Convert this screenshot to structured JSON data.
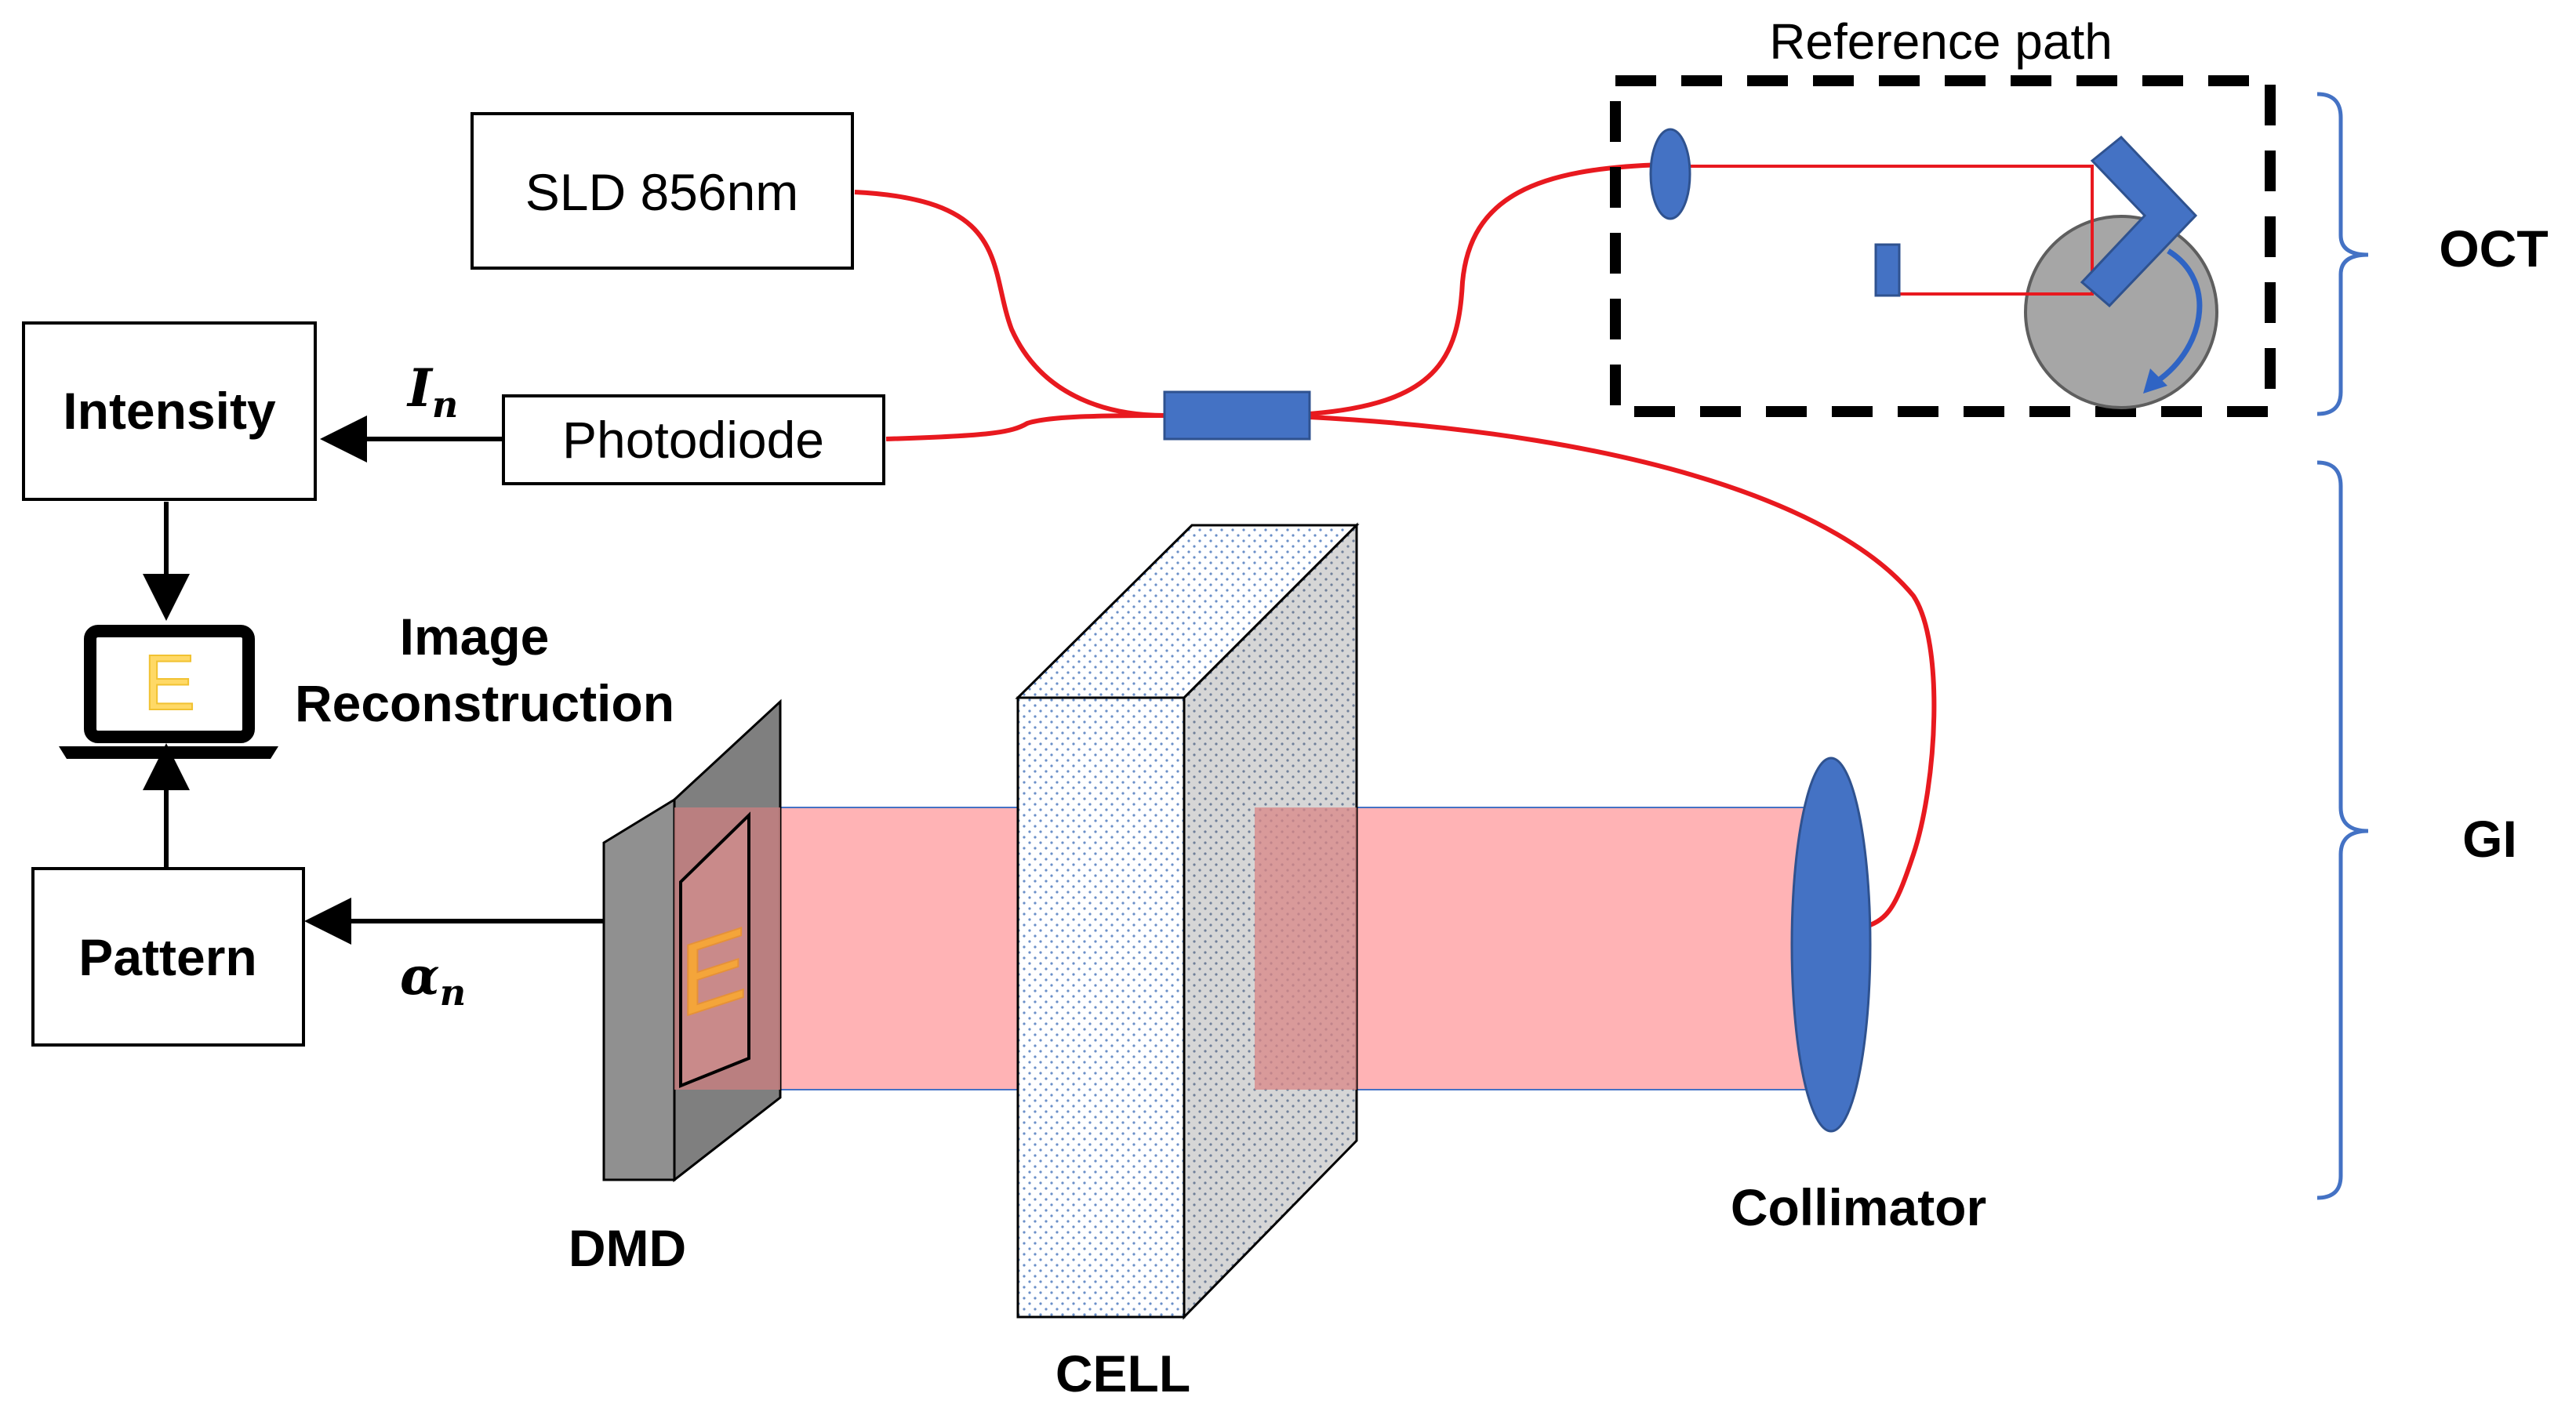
{
  "boxes": {
    "sld": "SLD 856nm",
    "photodiode": "Photodiode",
    "intensity": "Intensity",
    "pattern": "Pattern"
  },
  "signals": {
    "intensity_symbol": "I",
    "intensity_subscript": "n",
    "pattern_symbol": "α",
    "pattern_subscript": "n"
  },
  "labels": {
    "reference_path": "Reference path",
    "image_reconstruction_line1": "Image",
    "image_reconstruction_line2": "Reconstruction",
    "dmd": "DMD",
    "cell": "CELL",
    "collimator": "Collimator",
    "oct": "OCT",
    "gi": "GI"
  },
  "screen_glyph": "E",
  "dmd_glyph": "E",
  "colors": {
    "fiber": "#e8191f",
    "component_blue": "#4472c4",
    "beam_fill": "#ffb3b5",
    "mirror_disc": "#a6a6a6",
    "bracket": "#4472c4",
    "glyph_yellow": "#ffd966",
    "glyph_orange": "#f4a53a"
  }
}
